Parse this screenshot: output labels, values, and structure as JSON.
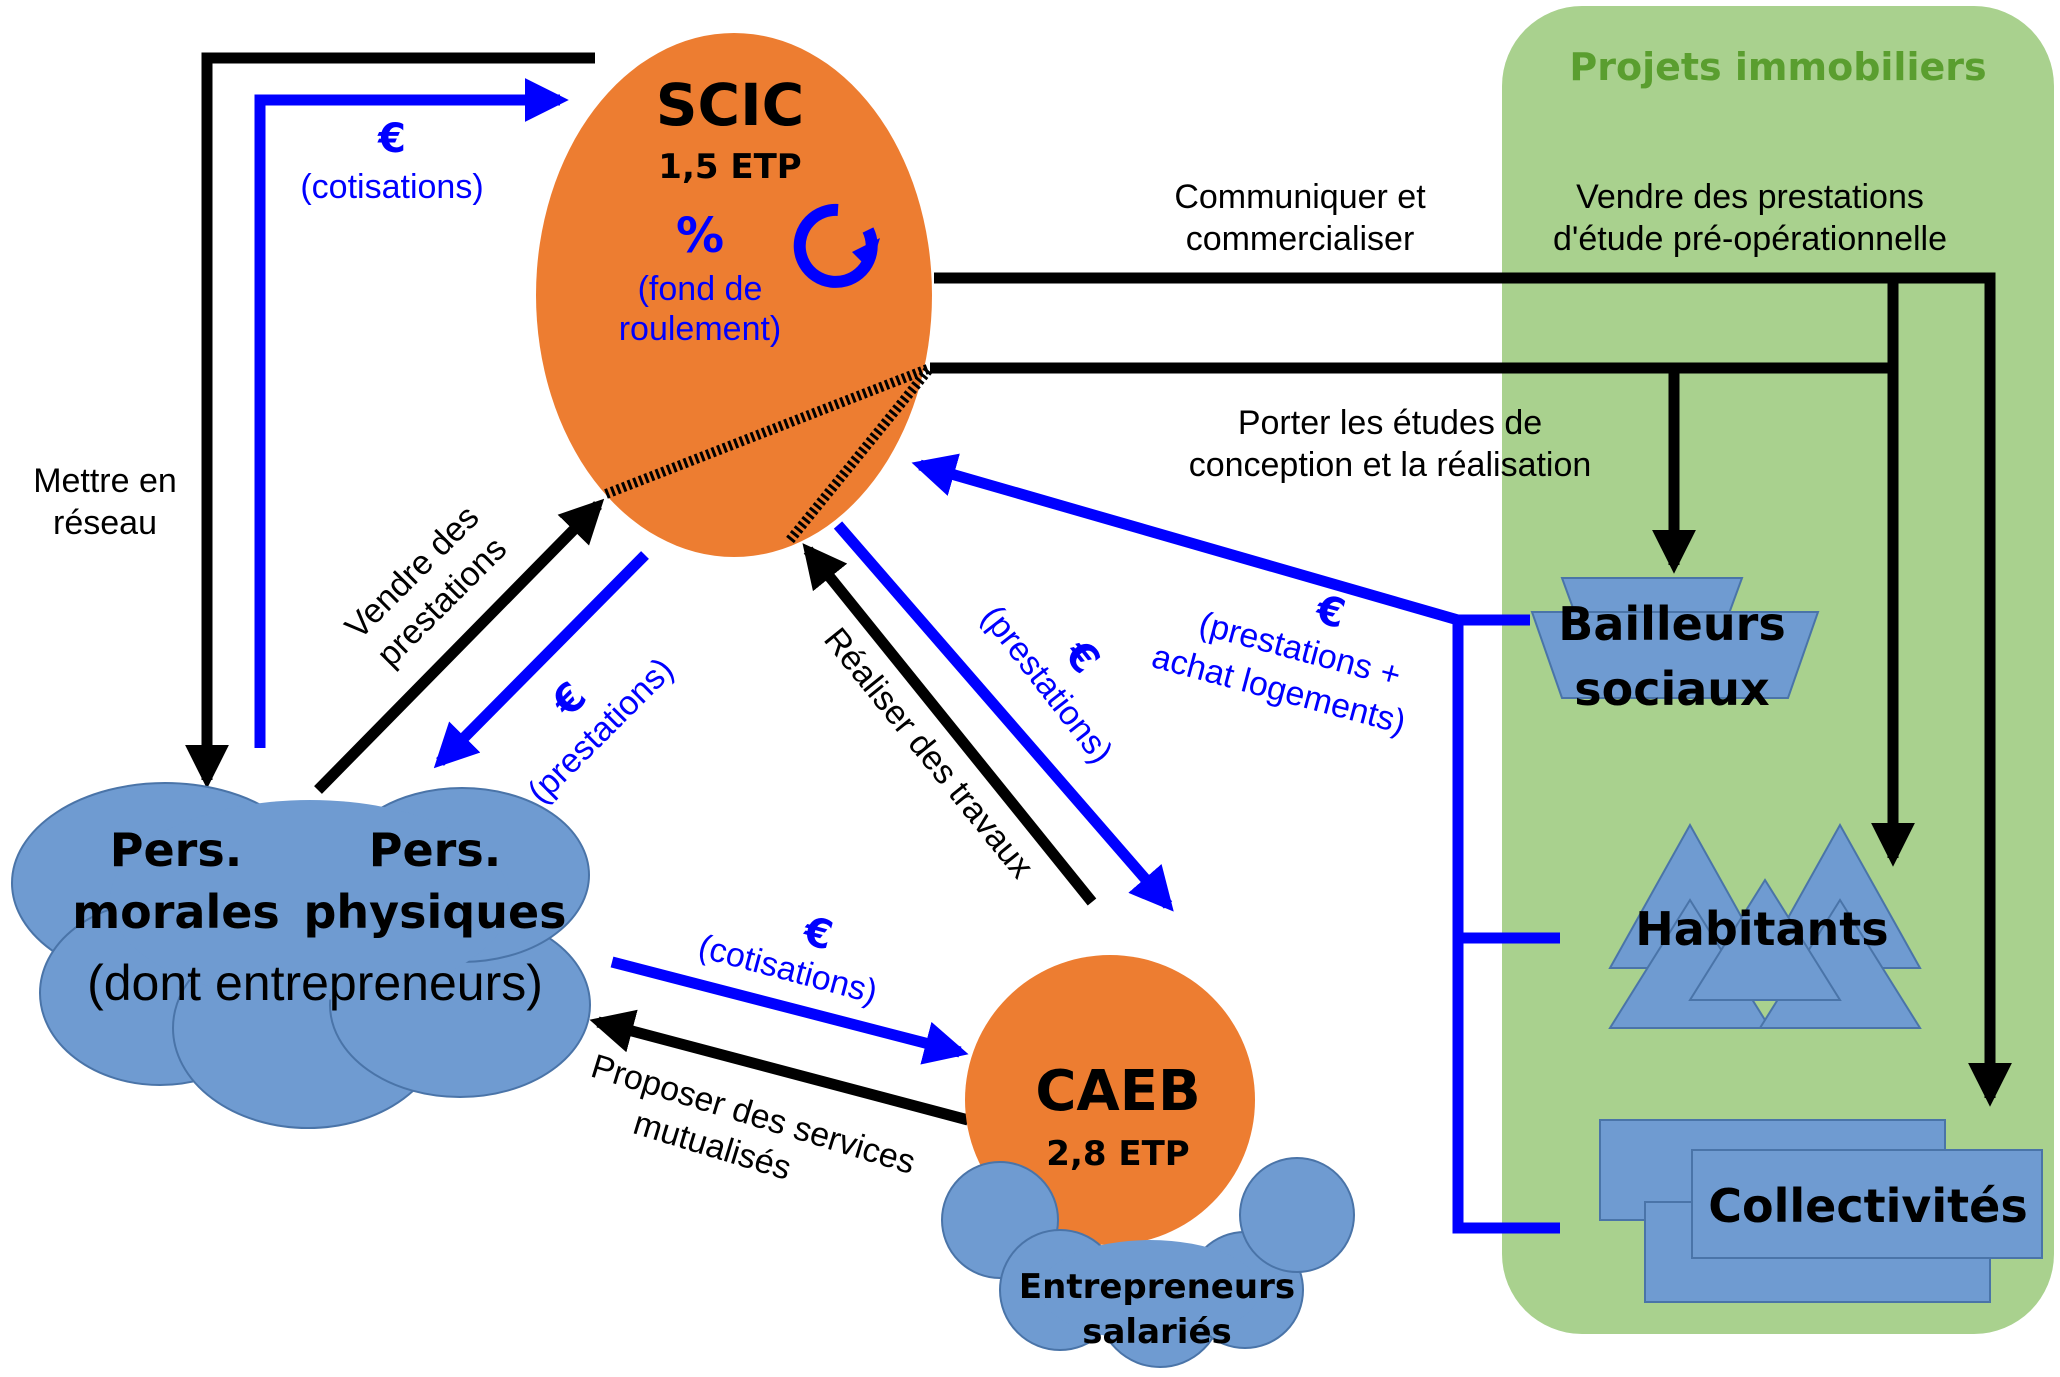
{
  "colors": {
    "orange": "#ed7d31",
    "blue_shape": "#6f9bd1",
    "green_panel": "#a9d18e",
    "green_title": "#5a9e2f",
    "flow_black": "#000000",
    "flow_blue": "#0000ff"
  },
  "icons": {
    "cycle": "circular-arrow-icon"
  },
  "scic": {
    "title": "SCIC",
    "etp": "1,5 ETP",
    "percent": "%",
    "fund_line1": "(fond de",
    "fund_line2": "roulement)"
  },
  "caeb": {
    "title": "CAEB",
    "etp": "2,8 ETP",
    "entrepreneurs_line1": "Entrepreneurs",
    "entrepreneurs_line2": "salariés"
  },
  "persons": {
    "morales_line1": "Pers.",
    "morales_line2": "morales",
    "physiques_line1": "Pers.",
    "physiques_line2": "physiques",
    "note": "(dont entrepreneurs)"
  },
  "projects": {
    "title": "Projets immobiliers",
    "bailleurs_line1": "Bailleurs",
    "bailleurs_line2": "sociaux",
    "habitants": "Habitants",
    "collectivites": "Collectivités"
  },
  "labels": {
    "euro": "€",
    "cotisations_top": "(cotisations)",
    "mettre_line1": "Mettre en",
    "mettre_line2": "réseau",
    "vendre_prest_line1": "Vendre des",
    "vendre_prest_line2": "prestations",
    "prestations_left": "(prestations)",
    "realiser": "Réaliser des travaux",
    "prestations_right": "(prestations)",
    "achat_line1": "(prestations +",
    "achat_line2": "achat logements)",
    "communiquer_line1": "Communiquer et",
    "communiquer_line2": "commercialiser",
    "vendre_etude_line1": "Vendre des prestations",
    "vendre_etude_line2": "d'étude pré-opérationnelle",
    "porter_line1": "Porter les études de",
    "porter_line2": "conception et la réalisation",
    "cotisations_bottom": "(cotisations)",
    "proposer_line1": "Proposer des services",
    "proposer_line2": "mutualisés"
  }
}
